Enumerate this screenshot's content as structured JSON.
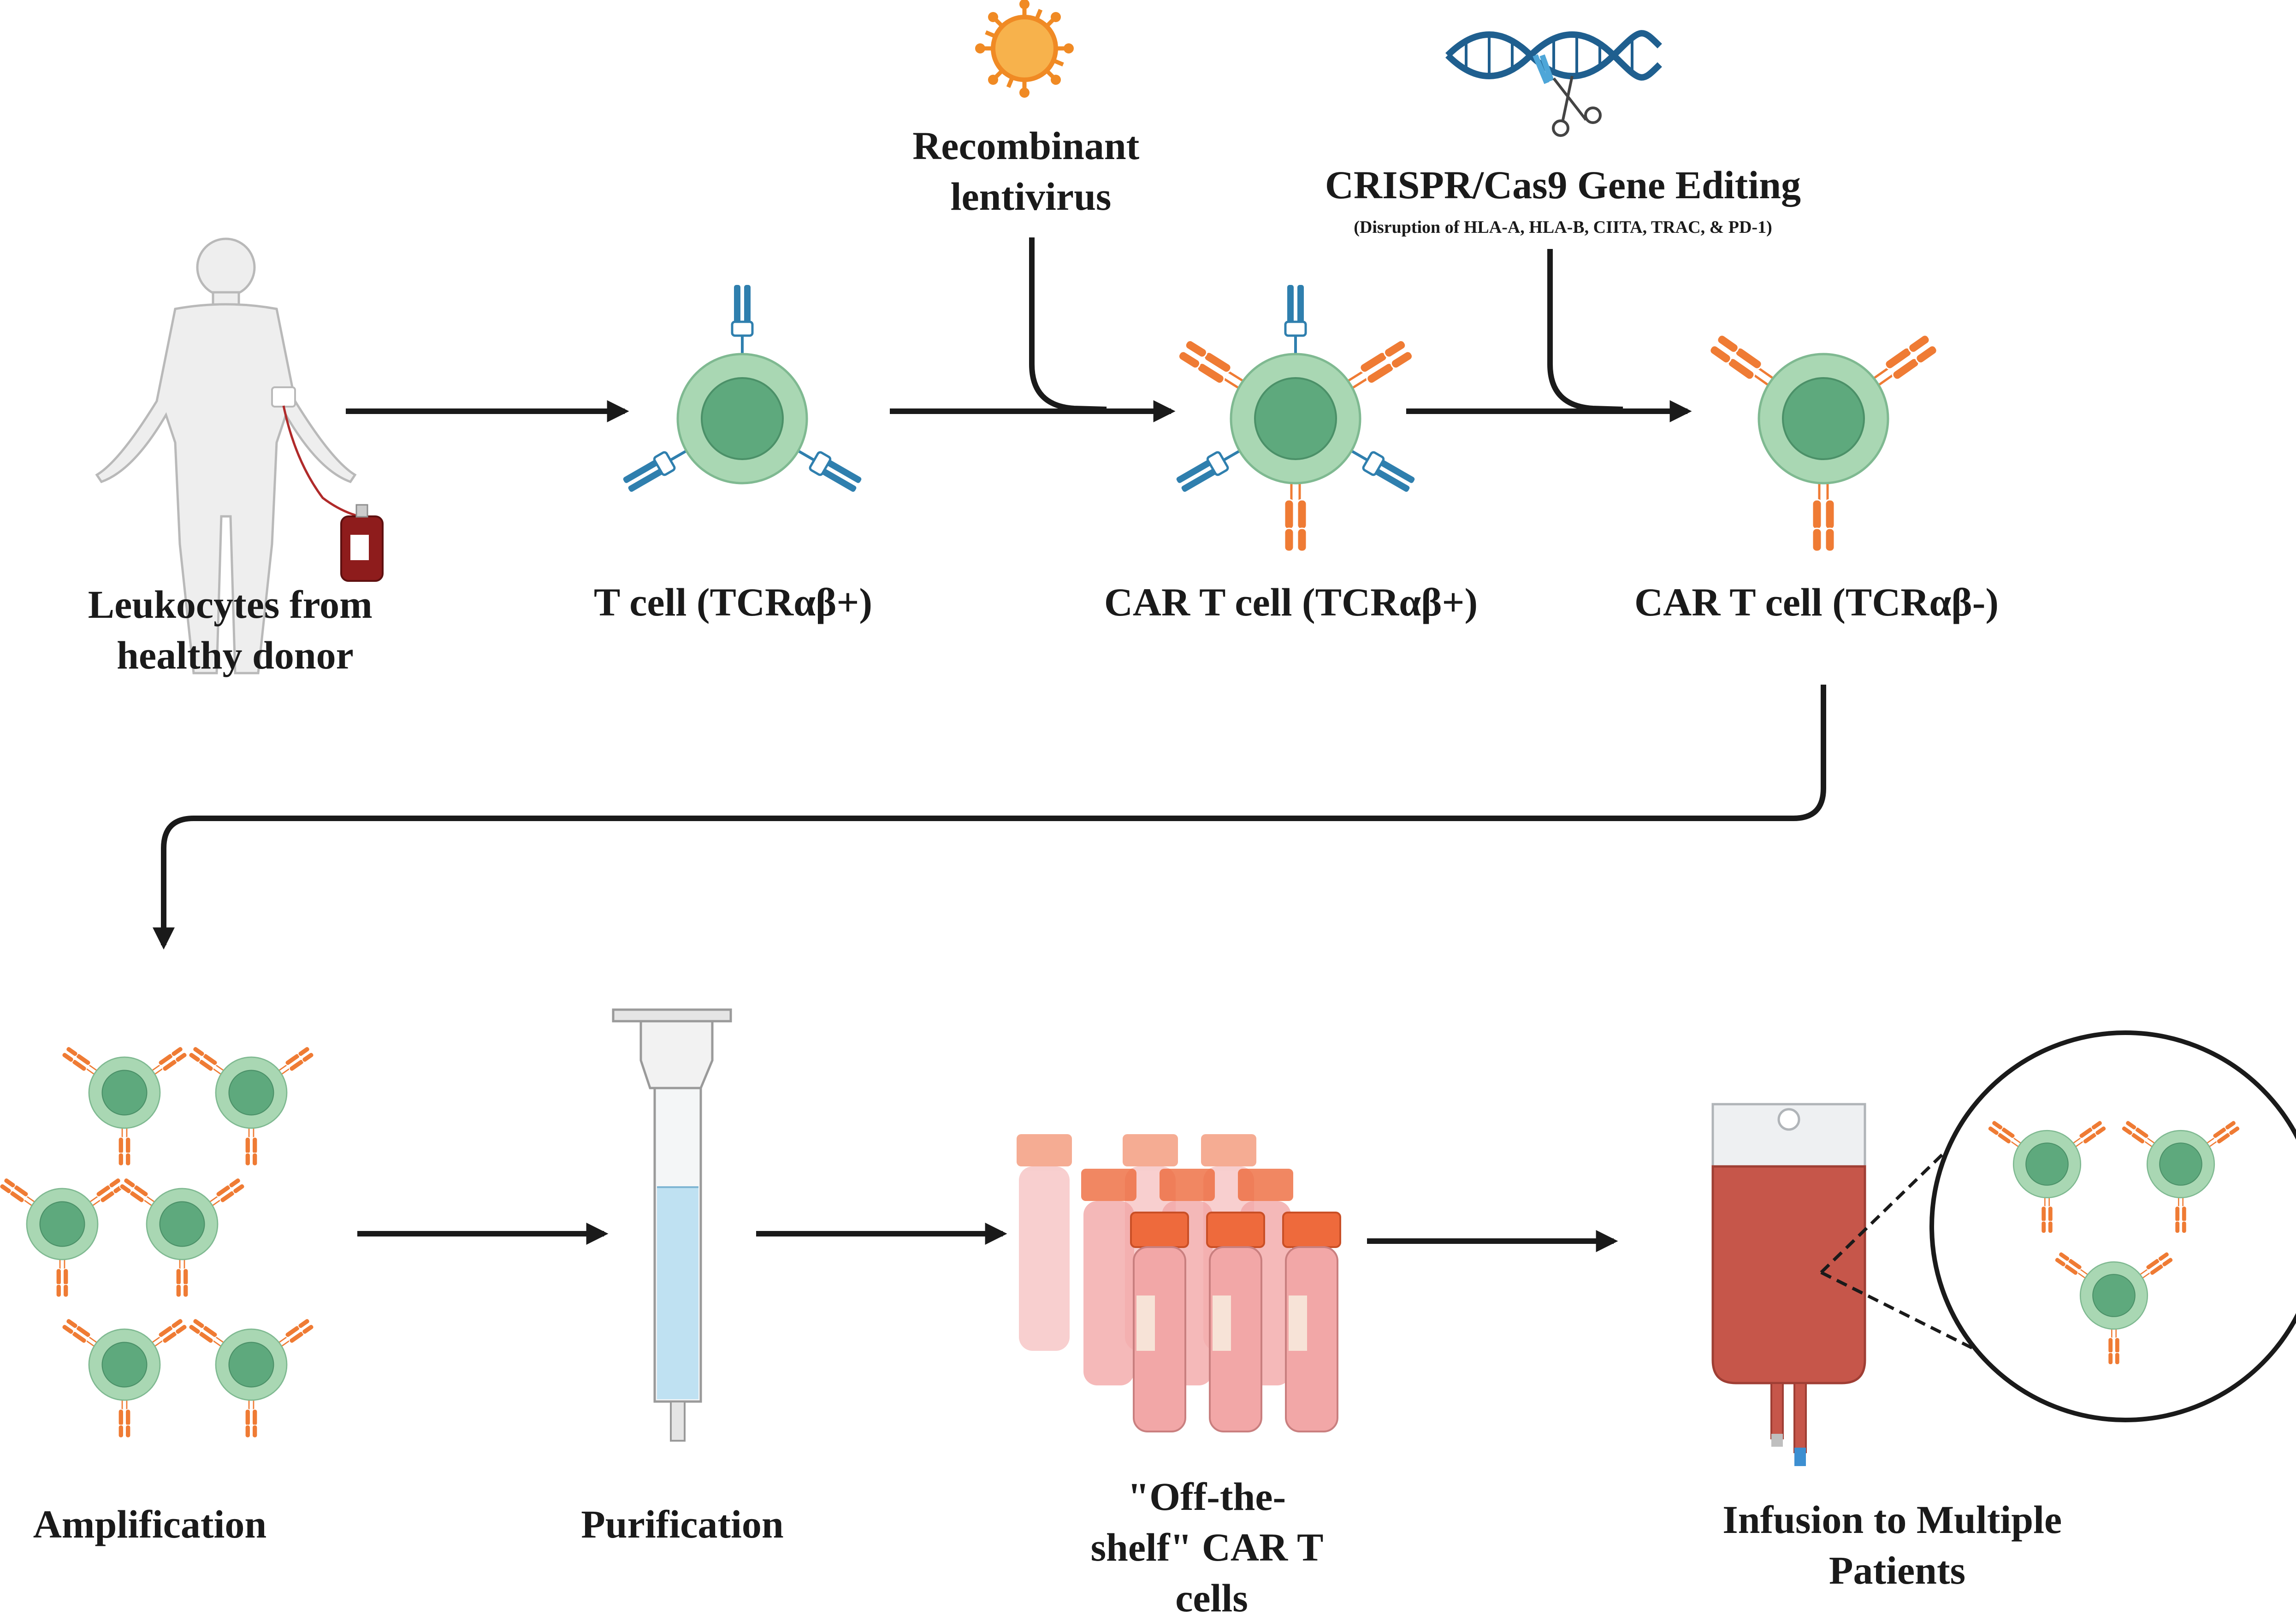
{
  "colors": {
    "cell_outer": "#a9d7b3",
    "cell_inner": "#5ea97d",
    "receptor_blue": "#2f7fae",
    "receptor_orange": "#ef7b34",
    "arrow": "#1a1a1a",
    "blood": "#c6564a",
    "virus": "#f08a24",
    "column_liquid": "#bfe1f2",
    "tube_cap": "#ee6a3c",
    "tube_body": "#f2a7a7"
  },
  "icons": [
    "human-figure-icon",
    "blood-bag-icon",
    "virus-icon",
    "dna-scissors-icon",
    "t-cell-icon",
    "column-icon",
    "tube-icon",
    "iv-bag-icon",
    "magnifier-icon"
  ],
  "labels": {
    "donor": [
      "Leukocytes from",
      "healthy donor"
    ],
    "tcell": "T cell (TCRαβ+)",
    "car_tcell_plus": "CAR T cell (TCRαβ+)",
    "car_tcell_minus": "CAR T cell (TCRαβ-)",
    "virus": [
      "Recombinant",
      "lentivirus"
    ],
    "crispr_title": "CRISPR/Cas9 Gene Editing",
    "crispr_sub": "(Disruption of HLA-A, HLA-B, CIITA, TRAC, & PD-1)",
    "amplification": "Amplification",
    "purification": "Purification",
    "off_the_shelf": [
      "\"Off-the-",
      "shelf\" CAR T",
      "cells"
    ],
    "infusion": [
      "Infusion to Multiple",
      "Patients"
    ]
  }
}
